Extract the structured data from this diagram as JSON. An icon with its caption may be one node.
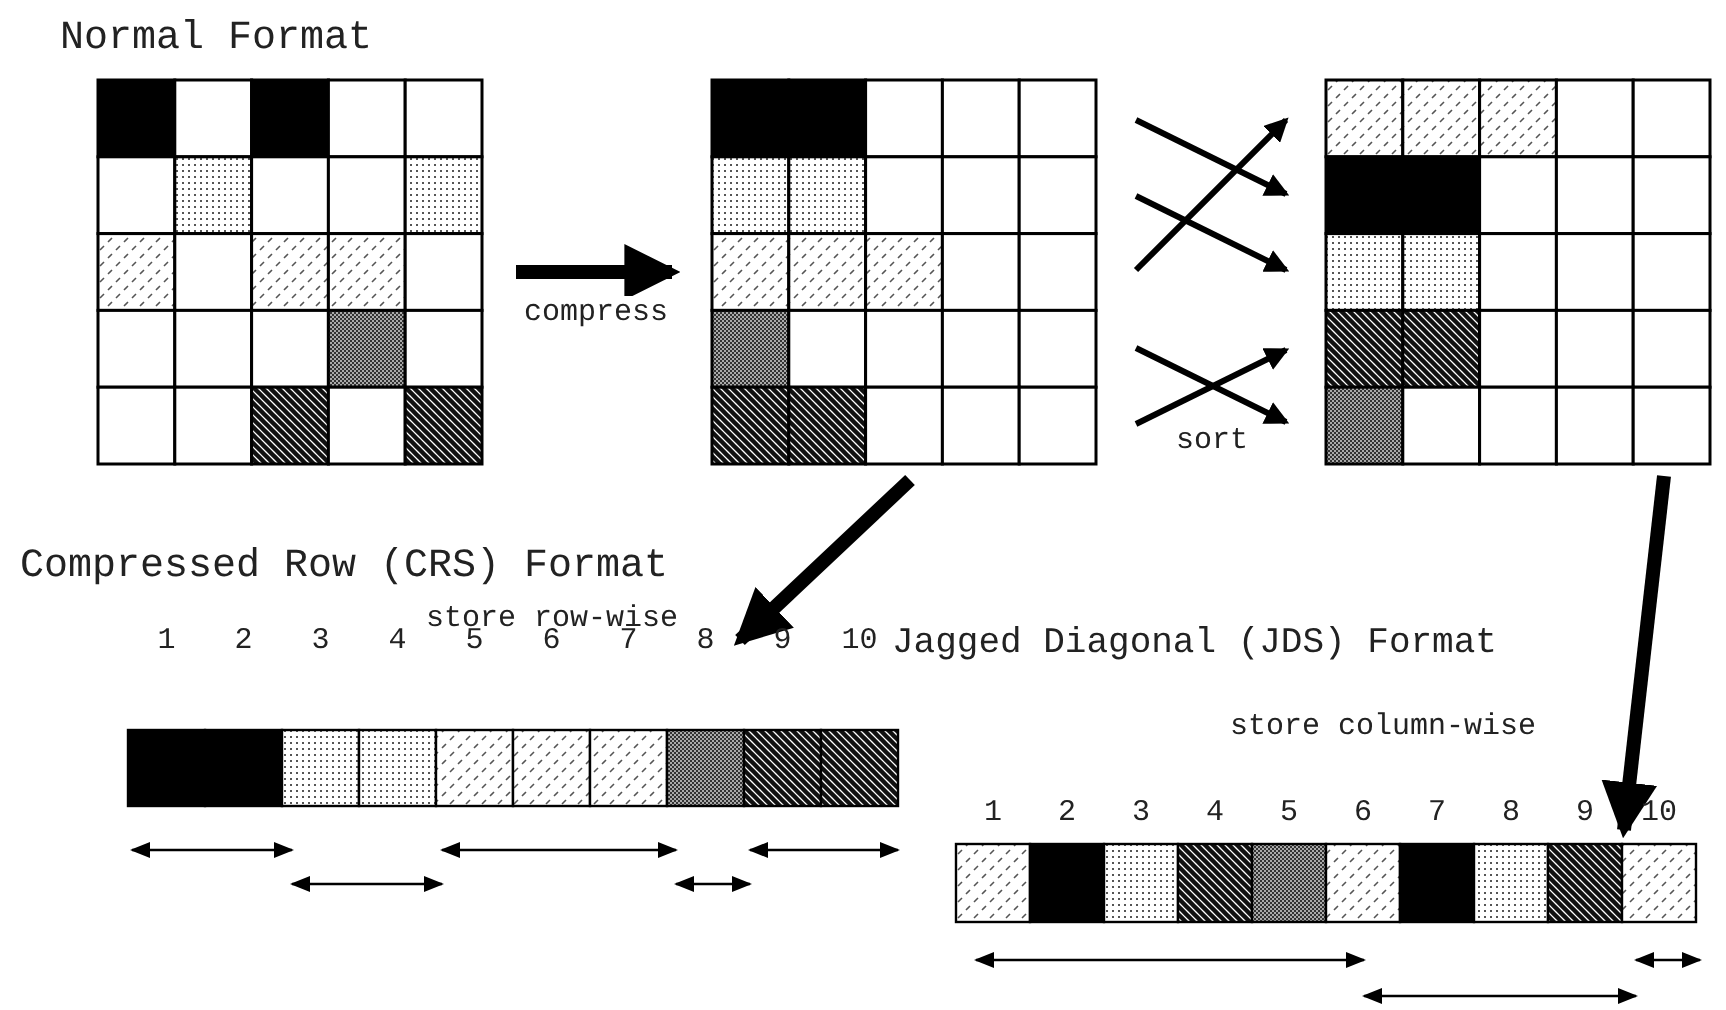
{
  "diagram": {
    "nodes": [
      {
        "text": [
          "Normal Format"
        ]
      },
      {
        "text": [],
        "shape": "grid"
      },
      {
        "text": [],
        "shape": "grid"
      },
      {
        "text": [
          "Compressed Row (CRS) Format",
          "store row-wise"
        ]
      },
      {
        "text": [
          "Jagged Diagonal (JDS) Format",
          "store column-wise"
        ]
      }
    ],
    "edges": [
      {
        "from": 0,
        "to": 1,
        "arrow": "to",
        "label": "compress"
      },
      {
        "from": 1,
        "to": 3,
        "arrow": "to"
      },
      {
        "from": 2,
        "to": 4,
        "arrow": "to"
      }
    ],
    "labels": [
      "sort",
      "1",
      "2",
      "3",
      "4",
      "5",
      "6",
      "7",
      "8",
      "9",
      "10",
      "1",
      "2",
      "3",
      "4",
      "5",
      "6",
      "7",
      "8",
      "9",
      "10"
    ]
  }
}
